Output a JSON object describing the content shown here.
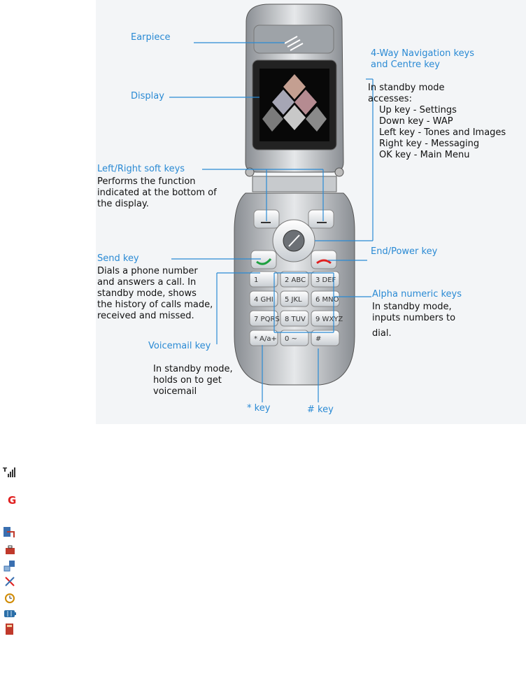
{
  "labels": {
    "earpiece": "Earpiece",
    "display": "Display",
    "nav_title_1": "4-Way Navigation keys",
    "nav_title_2": "and Centre key",
    "soft_keys": "Left/Right soft keys",
    "send_key": "Send key",
    "end_power_key": "End/Power key",
    "alpha_keys": "Alpha numeric keys",
    "voicemail_key": "Voicemail key",
    "star_key": "* key",
    "hash_key": "# key"
  },
  "descriptions": {
    "nav_lines": [
      "In standby mode",
      "accesses:",
      "Up key - Settings",
      "Down key -  WAP",
      "Left key - Tones and Images",
      "Right key - Messaging",
      "OK key - Main Menu"
    ],
    "soft_keys_lines": [
      "Performs the function",
      "indicated at the bottom of",
      "the display."
    ],
    "send_lines": [
      "Dials a phone number",
      "and answers a call. In",
      "standby mode, shows",
      "the history of calls made,",
      "received and missed."
    ],
    "alpha_lines": [
      "In standby mode,",
      "inputs numbers to",
      "dial."
    ],
    "voicemail_lines": [
      "In standby mode,",
      "holds on to get",
      "voicemail"
    ]
  },
  "keypad": {
    "keys": [
      "1",
      "2 ABC",
      "3 DEF",
      "4 GHI",
      "5 JKL",
      "6 MNO",
      "7 PQRS",
      "8 TUV",
      "9 WXYZ",
      "* A/a+",
      "0 ~",
      "# "
    ]
  },
  "status_icons": [
    "signal-strength-icon",
    "gprs-g-icon",
    "call-divert-icon",
    "briefcase-icon",
    "message-icon",
    "silent-mode-icon",
    "alarm-clock-icon",
    "battery-icon",
    "memory-card-icon"
  ],
  "colors": {
    "callout": "#2a8ad4",
    "accent_red": "#e02020"
  }
}
